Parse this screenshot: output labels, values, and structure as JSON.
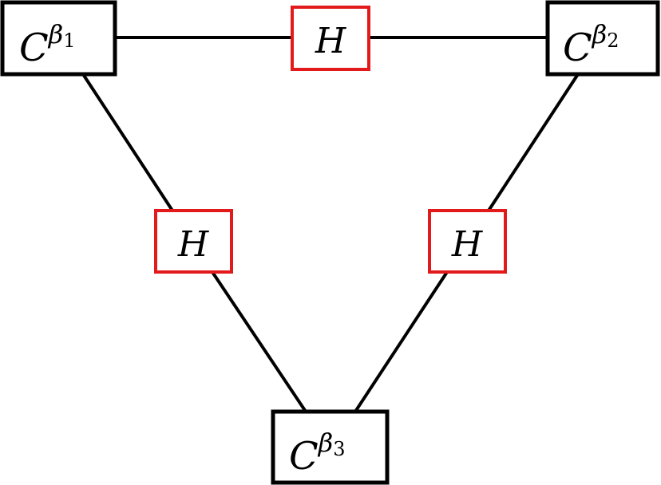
{
  "nodes": {
    "c1": {
      "base": "C",
      "sup": "β",
      "sub": "1"
    },
    "c2": {
      "base": "C",
      "sup": "β",
      "sub": "2"
    },
    "c3": {
      "base": "C",
      "sup": "β",
      "sub": "3"
    },
    "h_top": {
      "text": "H"
    },
    "h_left": {
      "text": "H"
    },
    "h_right": {
      "text": "H"
    }
  },
  "colors": {
    "cluster_border": "#000000",
    "h_border": "#e31a1c",
    "edge": "#000000",
    "text": "#000000"
  }
}
